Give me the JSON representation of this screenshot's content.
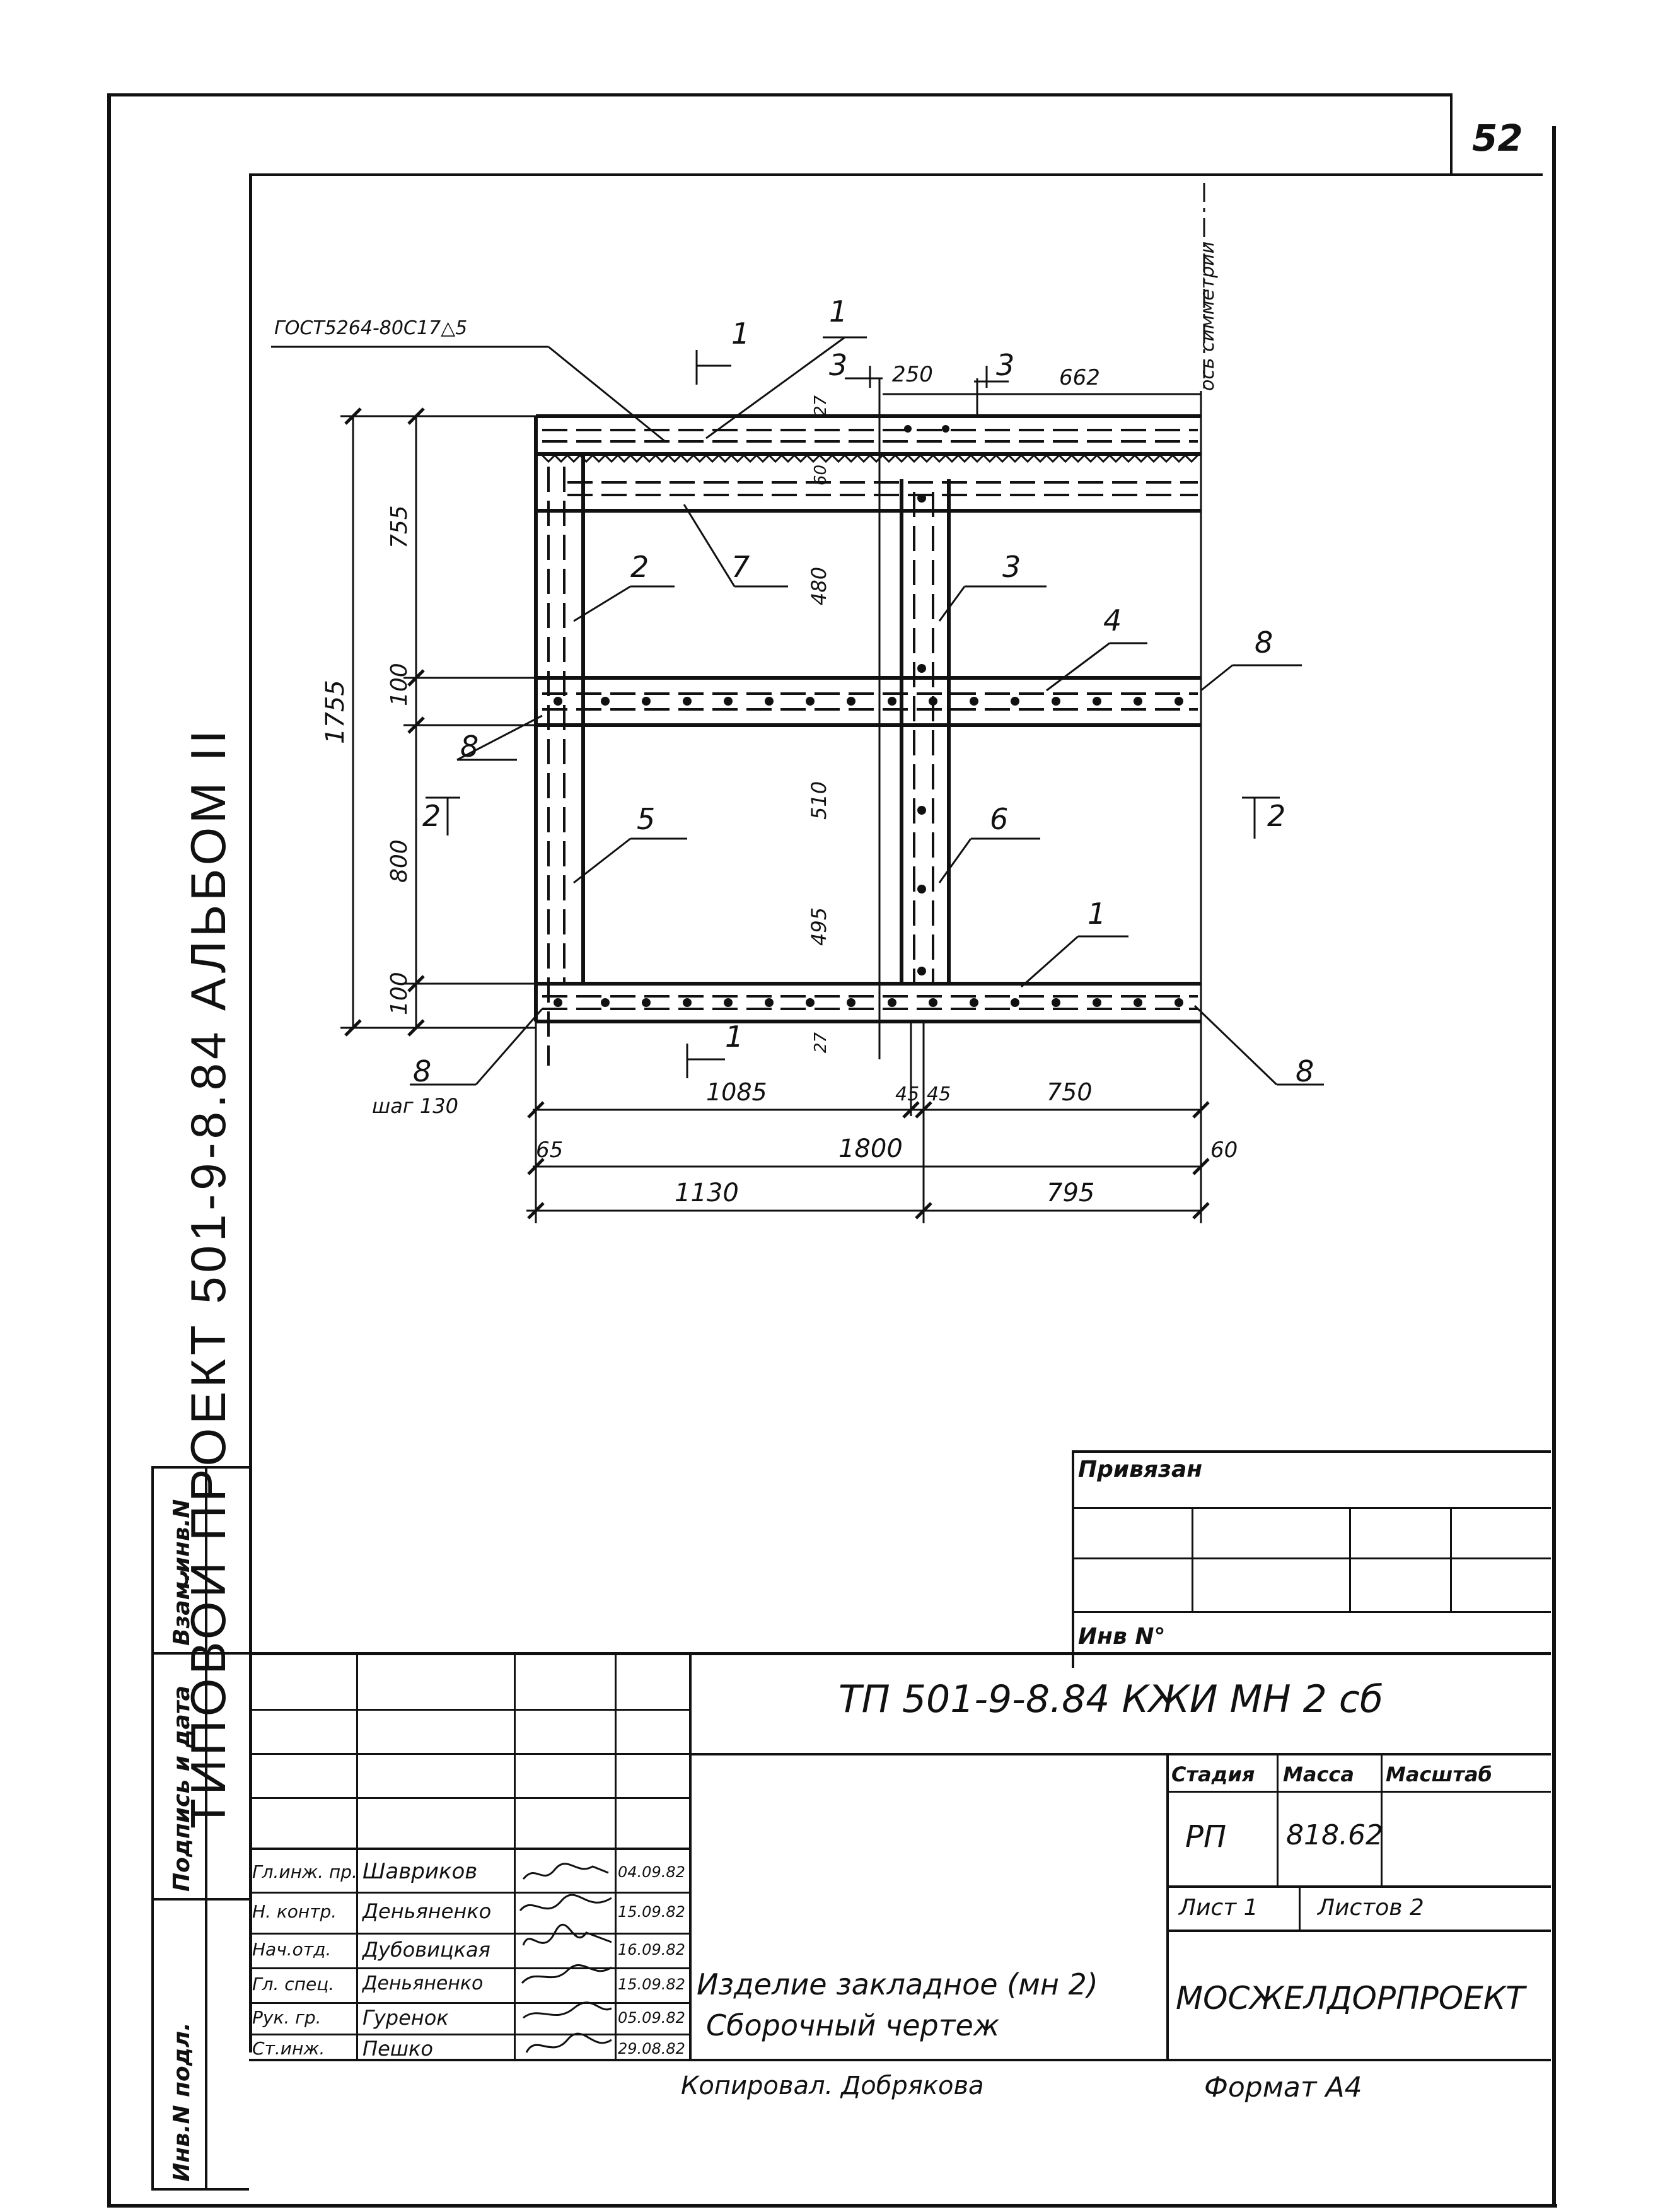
{
  "sheet": {
    "number": "52"
  },
  "side_title": "ТИПОВОЙ ПРОЕКТ 501-9-8.84 АЛЬБОМ II",
  "side_stamp_labels": [
    "Инв.N подл.",
    "Подпись и дата",
    "Взам.инв.N"
  ],
  "drawing": {
    "weld_note": "ГОСТ5264-80С17△5",
    "symmetry_axis": "ось симметрии",
    "section_marks": {
      "s1": "1",
      "s2": "2",
      "s3": "3"
    },
    "pitch_note": "шаг 130",
    "callouts": [
      "1",
      "7",
      "2",
      "3",
      "4",
      "8",
      "8",
      "5",
      "6",
      "1",
      "8",
      "8"
    ],
    "dims": {
      "d1755": "1755",
      "d755": "755",
      "d100a": "100",
      "d800": "800",
      "d100b": "100",
      "d480": "480",
      "d510": "510",
      "d495": "495",
      "d27a": "27",
      "d27b": "27",
      "d60small": "60",
      "d250": "250",
      "d662": "662",
      "d1085": "1085",
      "d45a": "45",
      "d45b": "45",
      "d750": "750",
      "d65": "65",
      "d1800": "1800",
      "d60": "60",
      "d1130": "1130",
      "d795": "795"
    }
  },
  "title_block": {
    "privyazan": "Привязан",
    "inv_no": "Инв N°",
    "doc_code": "ТП 501-9-8.84    КЖИ МН 2 сб",
    "stage_label": "Стадия",
    "mass_label": "Масса",
    "scale_label": "Масштаб",
    "stage": "РП",
    "mass": "818.62",
    "sheet_label": "Лист 1",
    "sheets_label": "Листов 2",
    "name_line1": "Изделие закладное (мн 2)",
    "name_line2": "Сборочный чертеж",
    "organization": "МОСЖЕЛДОРПРОЕКТ",
    "signers": [
      {
        "role": "Гл.инж. пр.",
        "name": "Шавриков",
        "date": "04.09.82"
      },
      {
        "role": "Н. контр.",
        "name": "Деньяненко",
        "date": "15.09.82"
      },
      {
        "role": "Нач.отд.",
        "name": "Дубовицкая",
        "date": "16.09.82"
      },
      {
        "role": "Гл. спец.",
        "name": "Деньяненко",
        "date": "15.09.82"
      },
      {
        "role": "Рук. гр.",
        "name": "Гуренок",
        "date": "05.09.82"
      },
      {
        "role": "Ст.инж.",
        "name": "Пешко",
        "date": "29.08.82"
      }
    ],
    "copied": "Копировал. Добрякова",
    "format": "Формат А4"
  }
}
